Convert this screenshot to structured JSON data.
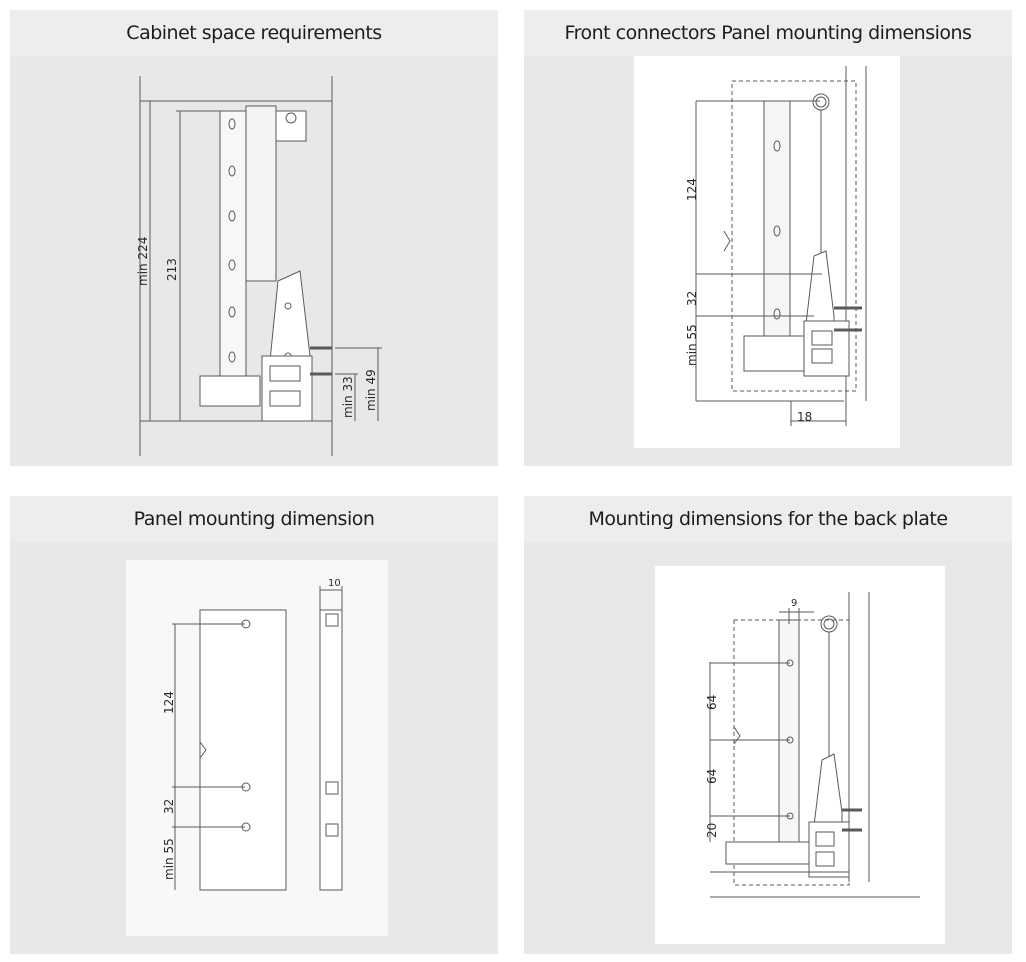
{
  "panels": [
    {
      "title": "Cabinet space requirements",
      "dims": {
        "min224": "min 224",
        "d213": "213",
        "min33": "min 33",
        "min49": "min 49"
      }
    },
    {
      "title": "Front connectors Panel mounting dimensions",
      "dims": {
        "d124": "124",
        "d32": "32",
        "min55": "min 55",
        "d18": "18"
      }
    },
    {
      "title": "Panel mounting dimension",
      "dims": {
        "d10": "10",
        "d124": "124",
        "d32": "32",
        "min55": "min 55"
      }
    },
    {
      "title": "Mounting dimensions for the back plate",
      "dims": {
        "d9": "9",
        "d64a": "64",
        "d64b": "64",
        "d20": "20"
      }
    }
  ]
}
